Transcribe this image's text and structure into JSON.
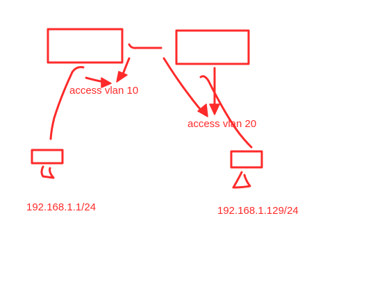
{
  "theme": {
    "stroke_color": "#ff2a2a",
    "label_color": "#ff2a2a",
    "background": "#ffffff"
  },
  "labels": {
    "vlan_left": "access vlan 10",
    "vlan_right": "access vlan 20",
    "ip_left": "192.168.1.1/24",
    "ip_right": "192.168.1.129/24"
  }
}
